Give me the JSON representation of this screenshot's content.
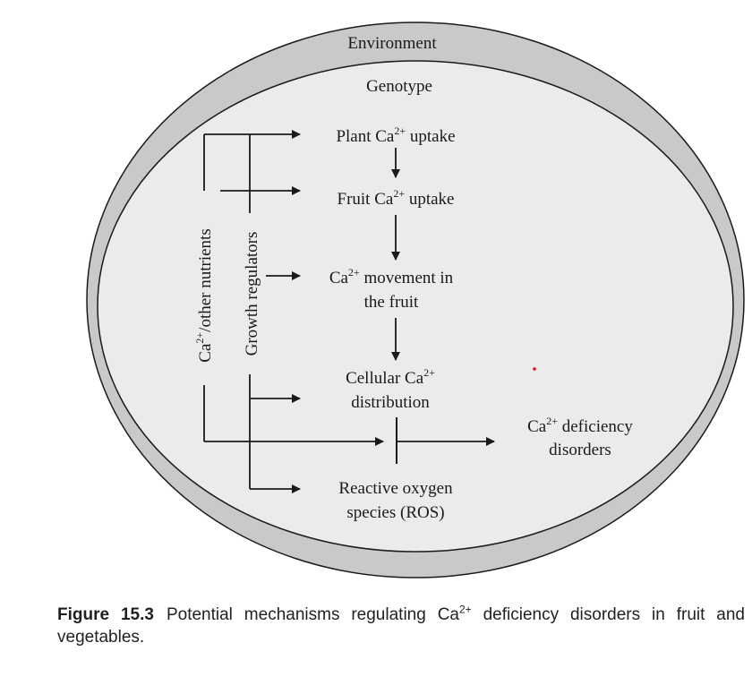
{
  "outer_ring_label": "Environment",
  "inner_ring_label": "Genotype",
  "steps": {
    "plant_uptake": {
      "pre": "Plant Ca",
      "sup": "2+",
      "post": " uptake"
    },
    "fruit_uptake": {
      "pre": "Fruit Ca",
      "sup": "2+",
      "post": " uptake"
    },
    "movement": {
      "pre": "Ca",
      "sup": "2+",
      "post": " movement in",
      "line2": "the fruit"
    },
    "cellular": {
      "pre": "Cellular Ca",
      "sup": "2+",
      "post": "",
      "line2": "distribution"
    },
    "ros": {
      "line1": "Reactive oxygen",
      "line2": "species (ROS)"
    },
    "disorders": {
      "pre": "Ca",
      "sup": "2+",
      "post": " deficiency",
      "line2": "disorders"
    }
  },
  "side_labels": {
    "nutrients": {
      "pre": "Ca",
      "sup": "2+",
      "post": "/other nutrients"
    },
    "growth_regulators": "Growth regulators"
  },
  "caption": {
    "label": "Figure 15.3",
    "pre": "Potential mechanisms regulating Ca",
    "sup": "2+",
    "post": " deficiency disorders in fruit and vegetables."
  },
  "colors": {
    "outer_ring": "#c9c9c9",
    "inner_fill": "#ebebeb",
    "stroke": "#1a1a1a",
    "marker_dot": "#d9141e"
  }
}
